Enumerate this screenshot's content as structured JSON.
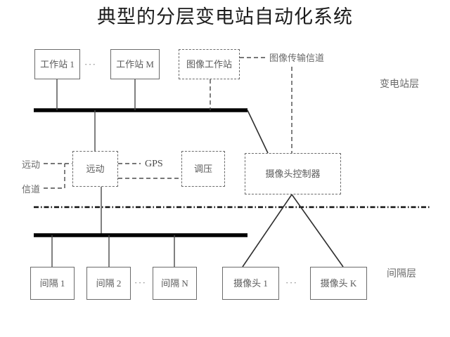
{
  "title": "典型的分层变电站自动化系统",
  "colors": {
    "background": "#ffffff",
    "title_text": "#1c1c1c",
    "box_border": "#6b6b6b",
    "box_text": "#5a5a5a",
    "wire": "#4a4a4a",
    "busbar": "#000000",
    "label_text": "#6a6a6a"
  },
  "layers": {
    "station_level_label": "变电站层",
    "bay_level_label": "间隔层"
  },
  "station_level": {
    "workstations": [
      {
        "label": "工作站 1",
        "border": "solid"
      },
      {
        "label": "工作站 M",
        "border": "solid"
      }
    ],
    "workstation_ellipsis": "···",
    "image_workstation": {
      "label": "图像工作站",
      "border": "dashed"
    },
    "image_channel_label": "图像传输信道"
  },
  "middle_level": {
    "remote_channel_label_line1": "远动",
    "remote_channel_label_line2": "信道",
    "remote_unit": {
      "label": "远动",
      "border": "dashed"
    },
    "gps": {
      "label": "GPS"
    },
    "voltage_regulator": {
      "label": "调压",
      "border": "dashed"
    },
    "camera_controller": {
      "label": "摄像头控制器",
      "border": "dashed"
    }
  },
  "bay_level": {
    "bays": [
      {
        "label": "间隔 1",
        "border": "solid"
      },
      {
        "label": "间隔 2",
        "border": "solid"
      },
      {
        "label": "间隔 N",
        "border": "solid"
      }
    ],
    "bay_ellipsis": "···",
    "cameras": [
      {
        "label": "摄像头 1",
        "border": "solid"
      },
      {
        "label": "摄像头 K",
        "border": "solid"
      }
    ],
    "camera_ellipsis": "···"
  }
}
